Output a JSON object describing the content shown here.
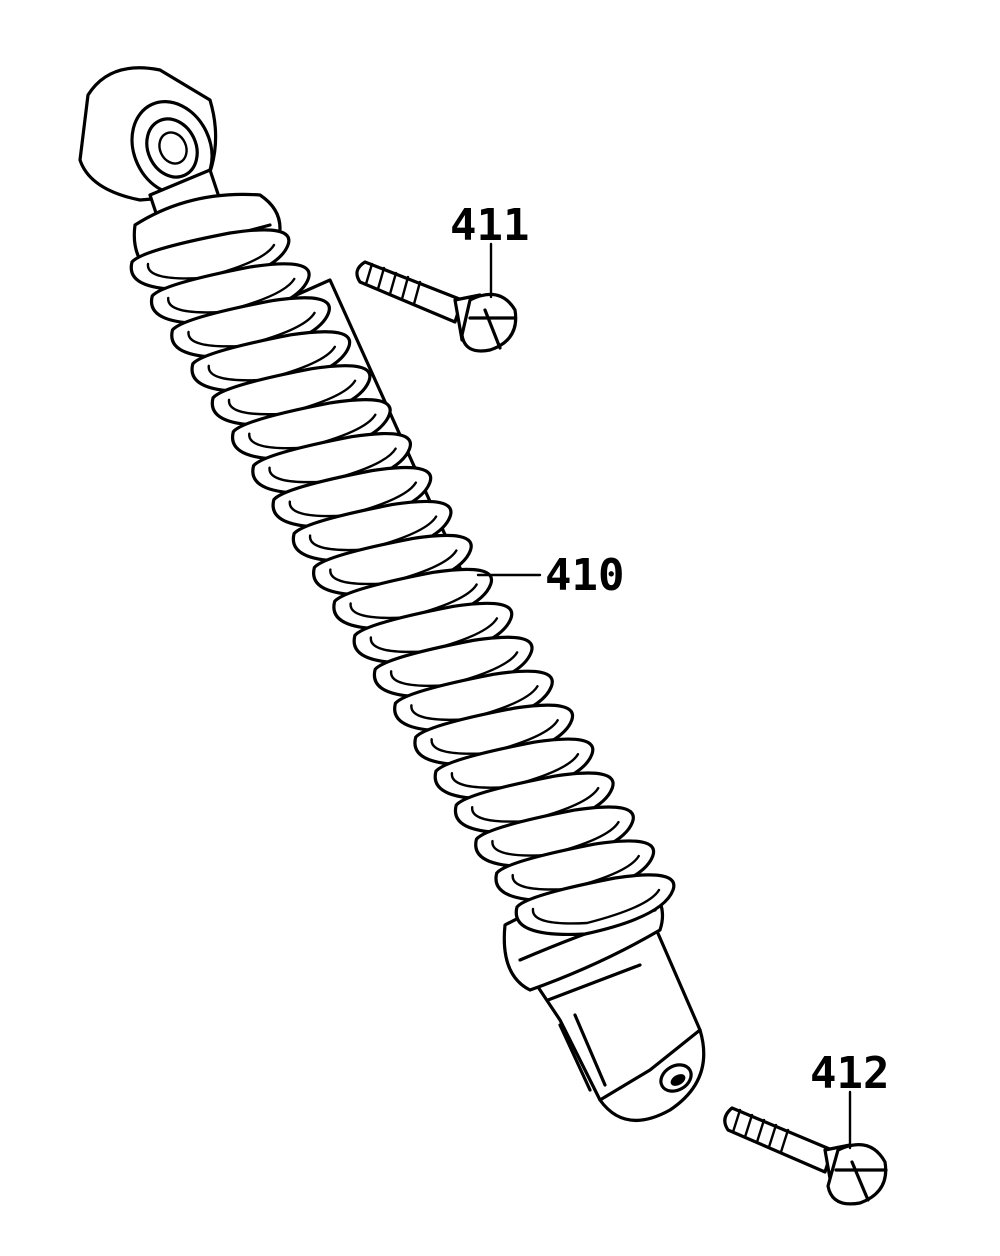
{
  "diagram": {
    "labels": {
      "shock_absorber": "410",
      "upper_bolt": "411",
      "lower_bolt": "412"
    },
    "colors": {
      "ink": "#000000",
      "paper": "#ffffff"
    }
  }
}
